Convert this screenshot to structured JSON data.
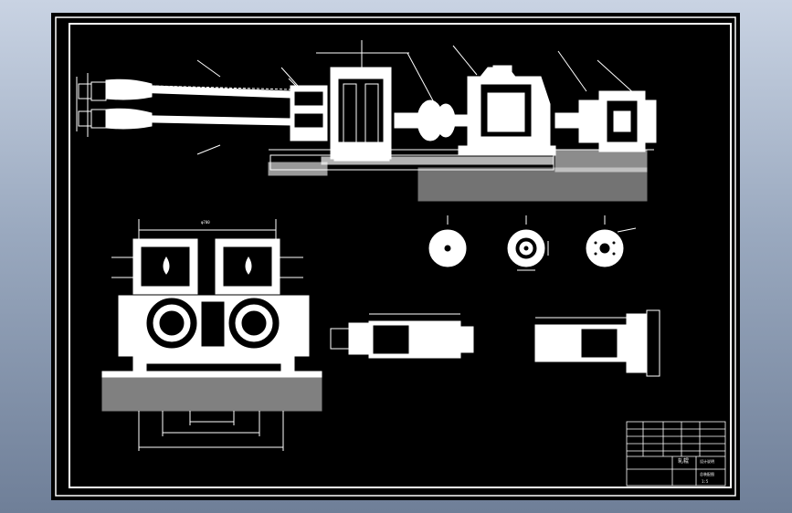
{
  "drawing": {
    "background": "#000000",
    "line_color": "#ffffff",
    "title_block": {
      "name_label": "轧辊",
      "drawing_label": "总装配图",
      "school_label": "设计说明",
      "scale_label": "1:5"
    },
    "views": {
      "front_elevation": "front-elevation",
      "side_elevation": "side-elevation",
      "roll_sections": [
        "A",
        "B",
        "C"
      ],
      "plan_views": [
        "left-plan",
        "right-plan"
      ]
    },
    "dimension_label": "φ700"
  }
}
